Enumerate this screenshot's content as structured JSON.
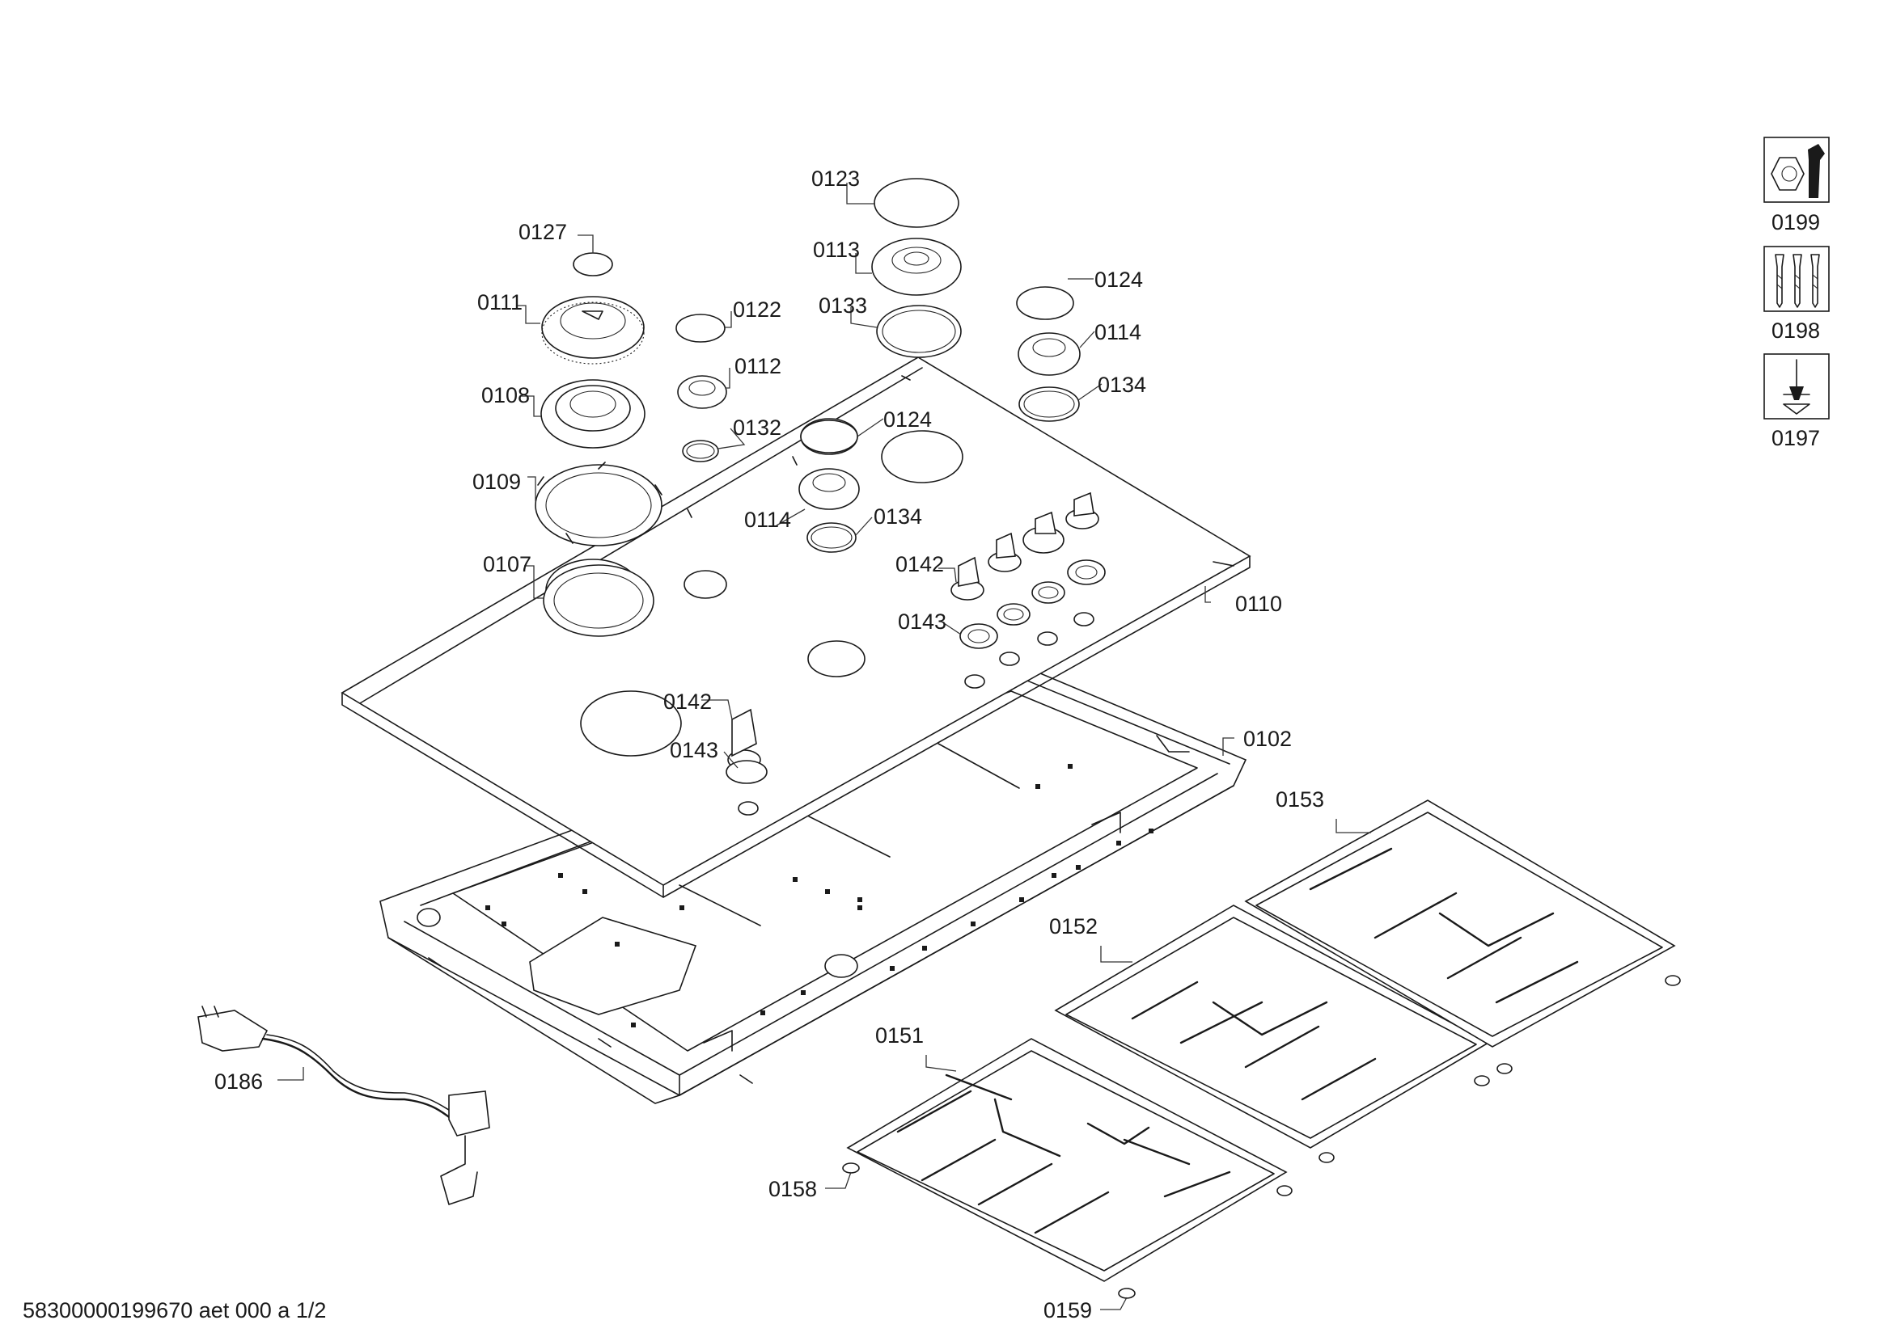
{
  "footer": "58300000199670 aet 000 a 1/2",
  "parts": {
    "p0123": "0123",
    "p0127": "0127",
    "p0113": "0113",
    "p0124a": "0124",
    "p0111": "0111",
    "p0122": "0122",
    "p0133": "0133",
    "p0114a": "0114",
    "p0112": "0112",
    "p0134a": "0134",
    "p0108": "0108",
    "p0132": "0132",
    "p0124b": "0124",
    "p0109": "0109",
    "p0114b": "0114",
    "p0134b": "0134",
    "p0107": "0107",
    "p0142a": "0142",
    "p0110": "0110",
    "p0143a": "0143",
    "p0142b": "0142",
    "p0102": "0102",
    "p0143b": "0143",
    "p0153": "0153",
    "p0152": "0152",
    "p0151": "0151",
    "p0186": "0186",
    "p0158": "0158",
    "p0159": "0159"
  },
  "tools": [
    {
      "icon": "wrench-nut-icon",
      "code": "0199"
    },
    {
      "icon": "screws-icon",
      "code": "0198"
    },
    {
      "icon": "screwdriver-icon",
      "code": "0197"
    }
  ]
}
